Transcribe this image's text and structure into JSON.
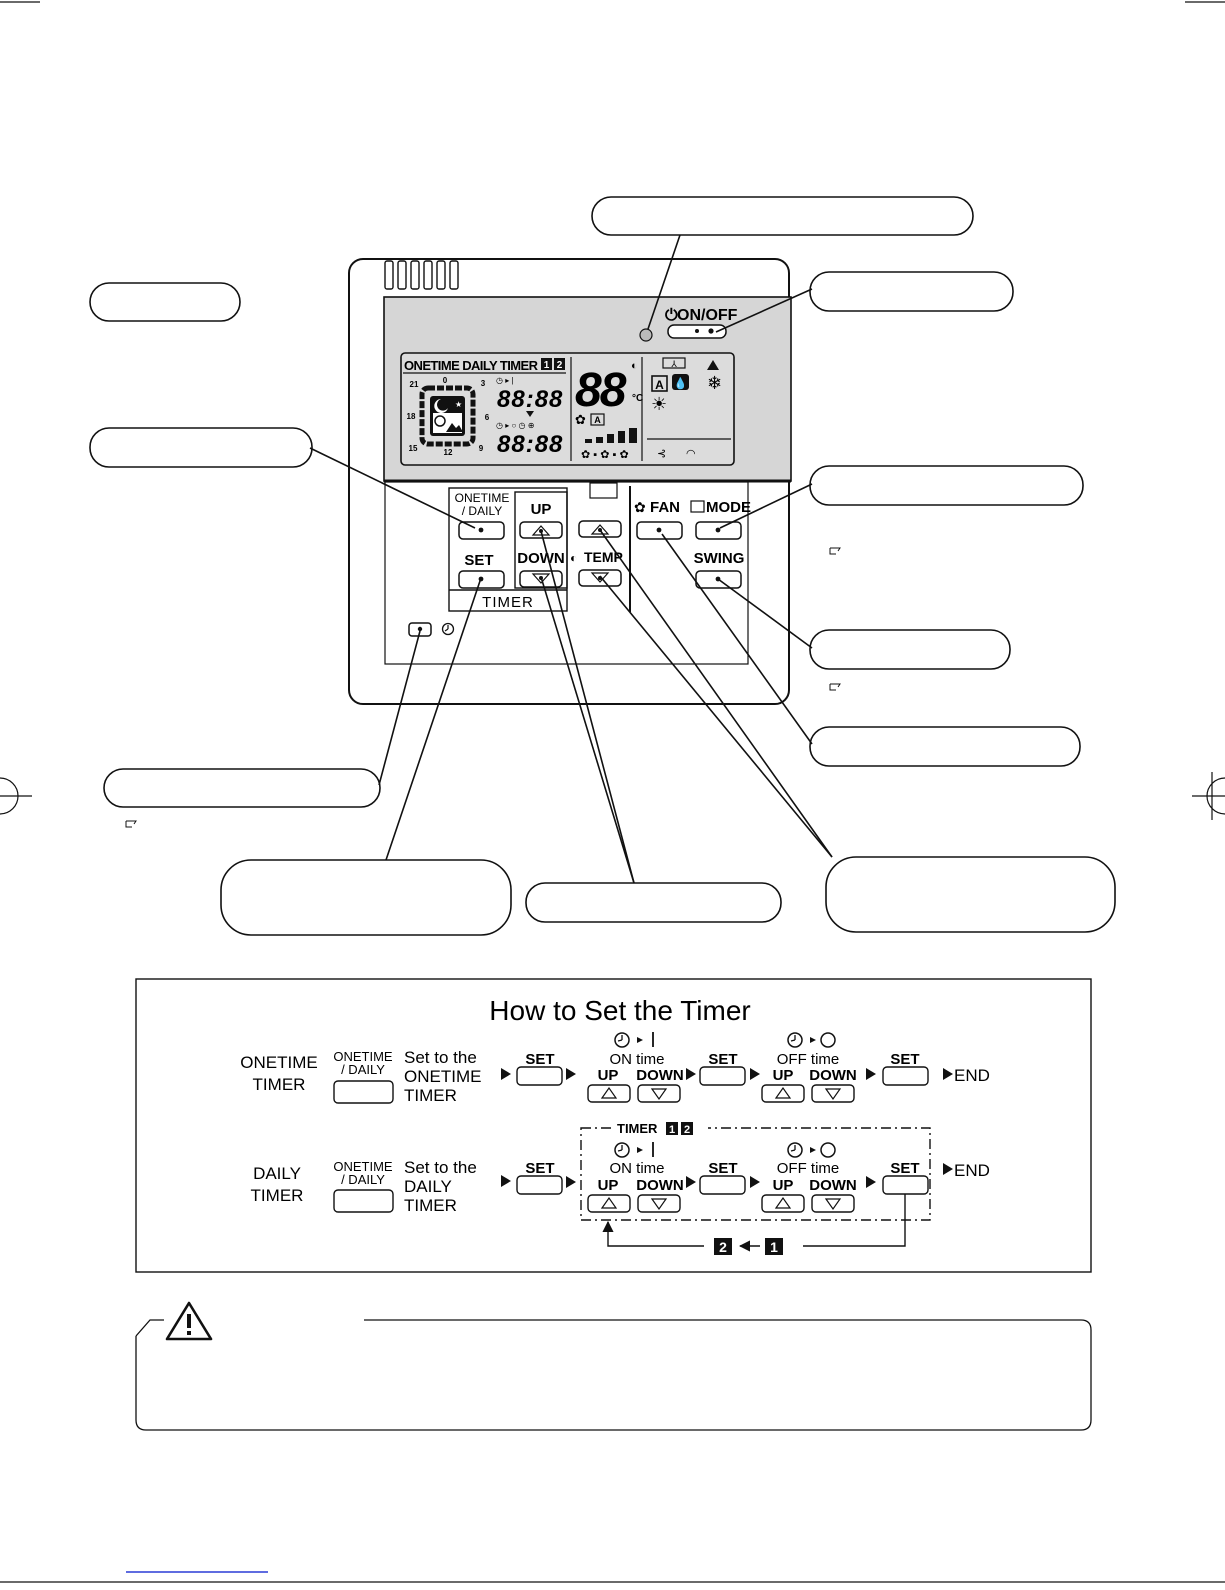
{
  "remote": {
    "lcd": {
      "timer_header": "ONETIME DAILY TIMER",
      "timer_badges": [
        "1",
        "2"
      ],
      "clock_numbers": [
        "0",
        "3",
        "6",
        "9",
        "12",
        "15",
        "18",
        "21"
      ],
      "time_on": "88:88",
      "time_off": "88:88",
      "temp_digits": "88",
      "temp_unit": "°C"
    },
    "buttons": {
      "onoff": "ON/OFF",
      "onetime_daily_line1": "ONETIME",
      "onetime_daily_line2": "/ DAILY",
      "up": "UP",
      "down": "DOWN",
      "set": "SET",
      "timer": "TIMER",
      "temp": "TEMP",
      "fan": "FAN",
      "mode": "MODE",
      "swing": "SWING"
    }
  },
  "timer_panel": {
    "title": "How to Set the Timer",
    "onetime_row": {
      "label_line1": "ONETIME",
      "label_line2": "TIMER",
      "button_line1": "ONETIME",
      "button_line2": "/ DAILY",
      "desc_line1": "Set to the",
      "desc_line2": "ONETIME",
      "desc_line3": "TIMER"
    },
    "daily_row": {
      "label_line1": "DAILY",
      "label_line2": "TIMER",
      "button_line1": "ONETIME",
      "button_line2": "/ DAILY",
      "desc_line1": "Set to the",
      "desc_line2": "DAILY",
      "desc_line3": "TIMER"
    },
    "set_label": "SET",
    "on_time": "ON time",
    "off_time": "OFF time",
    "up": "UP",
    "down": "DOWN",
    "end": "END",
    "timer_group_label": "TIMER",
    "timer_group_badges": [
      "1",
      "2"
    ],
    "loop_badges": [
      "2",
      "1"
    ]
  }
}
